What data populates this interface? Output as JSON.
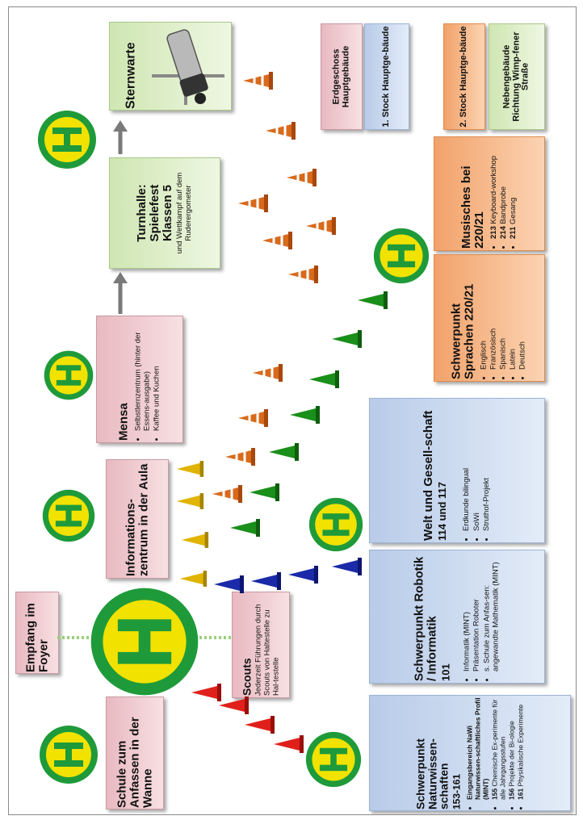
{
  "legend": {
    "ground": "Erdgeschoss Hauptgebäude",
    "first": "1. Stock Hauptge-bäude",
    "second": "2. Stock Hauptge-bäude",
    "annex": "Nebengebäude Richtung Wimp-fener Straße"
  },
  "stations": {
    "sternwarte": {
      "title": "Sternwarte"
    },
    "turnhalle": {
      "title": "Turnhalle: Spielefest Klassen 5",
      "sub": "und Wettkampf auf dem Ruderergometer"
    },
    "mensa": {
      "title": "Mensa",
      "items": [
        "Selbstlernzentrum (hinter der Essens-ausgabe)",
        "Kaffee und Kuchen"
      ]
    },
    "info": {
      "title": "Informations-zentrum in der Aula"
    },
    "empfang": {
      "title": "Empfang im Foyer"
    },
    "scouts": {
      "title": "Scouts",
      "sub": "Jederzeit Führungen durch Scouts von Haltestelle zu Hal-testelle"
    },
    "wanne": {
      "title": "Schule zum Anfassen in der Wanne"
    },
    "musisches": {
      "title": "Musisches bei 220/21",
      "items": [
        {
          "num": "213",
          "text": "Keyboard-workshop"
        },
        {
          "num": "214",
          "text": "Bandprobe"
        },
        {
          "num": "211",
          "text": "Gesang"
        }
      ]
    },
    "sprachen": {
      "title": "Schwerpunkt Sprachen 220/21",
      "items": [
        "Englisch",
        "Französisch",
        "Spanisch",
        "Latein",
        "Deutsch"
      ]
    },
    "welt": {
      "title": "Welt und Gesell-schaft",
      "rooms": "114 und 117",
      "items": [
        "Erdkunde bilingual",
        "SoWi",
        "Struthof-Projekt"
      ]
    },
    "robotik": {
      "title": "Schwerpunkt Robotik / Informatik",
      "rooms": "101",
      "items": [
        "Informatik (MINT)",
        "Präsentation Roboter",
        "s. Schule zum Anfas-sen: angewandte Mathematik (MINT)"
      ]
    },
    "natur": {
      "title": "Schwerpunkt Naturwissen-schaften",
      "rooms": "153-161",
      "items": [
        {
          "num": "",
          "text": "Eingangsbereich NaWi Naturwissen-schaftliches Profil (MINT)"
        },
        {
          "num": "155",
          "text": "Chemische Ex-perimente für alle Jahrgangsstufen"
        },
        {
          "num": "156",
          "text": "Projekte der Bi-ologie"
        },
        {
          "num": "161",
          "text": "Physikalische Experimente"
        }
      ]
    }
  },
  "colors": {
    "stop_green": "#1f9a3a",
    "stop_yellow": "#f2e200",
    "cone_orange": "#d86a1c",
    "cone_green": "#1a8f1a",
    "cone_yellow": "#e0b400",
    "cone_blue": "#1a2aa8",
    "cone_red": "#e0201a"
  }
}
